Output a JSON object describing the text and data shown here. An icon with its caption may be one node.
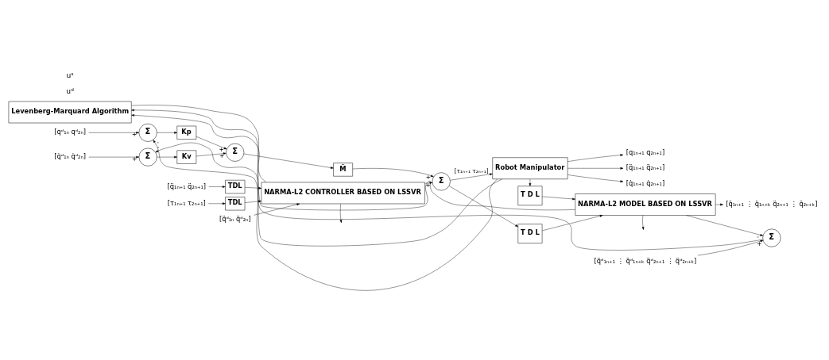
{
  "diagram": {
    "nodes": [
      {
        "text": [
          "Levenberg-Marquard Algorithm"
        ]
      },
      {
        "text": [
          "NARMA-L2 CONTROLLER BASED ON LSSVR"
        ]
      },
      {
        "text": [
          "TDL"
        ]
      },
      {
        "text": [
          "TDL"
        ]
      },
      {
        "text": [
          "T D L"
        ]
      },
      {
        "text": [
          "T D L"
        ]
      },
      {
        "text": [
          "NARMA-L2 MODEL BASED ON LSSVR"
        ]
      },
      {
        "text": [
          "Σ"
        ]
      },
      {
        "text": [
          "Σ"
        ]
      },
      {
        "text": [
          "Kp"
        ]
      },
      {
        "text": [
          "Σ"
        ]
      },
      {
        "text": [
          "M̂"
        ]
      },
      {
        "text": [
          "Σ"
        ]
      },
      {
        "text": [
          "Σ"
        ]
      },
      {
        "text": [
          "Kv"
        ]
      },
      {
        "text": [
          "Robot Manipulator"
        ]
      },
      {
        "text": [
          "[q̈ᵈ₁ₙ q̈ᵈ₂ₙ]"
        ]
      },
      {
        "text": [
          "[q̈₁ₙ₊₁ q̈₂ₙ₊₁]"
        ]
      },
      {
        "text": [
          "[τ₁ₙ₊₁ τ₂ₙ₊₁]"
        ]
      },
      {
        "text": [
          "[q̈ᵈ₁ₙ₊₁ ⋮ q̈ᵈ₁ₙ₊ₖ q̈ᵈ₂ₙ₊₁ ⋮ q̈ᵈ₂ₙ₊ₖ]"
        ]
      },
      {
        "text": [
          "[q̈₁ₙ₊₁ ⋮ q̈₁ₙ₊ₖ q̈₂ₙ₊₁ ⋮ q̈₂ₙ₊ₖ]"
        ]
      },
      {
        "text": [
          "[qᵈ₁ₙ qᵈ₂ₙ]"
        ]
      },
      {
        "text": [
          "[q̇ᵈ₁ₙ q̇ᵈ₂ₙ]"
        ]
      },
      {
        "text": [
          "[q̈₁ₙ₊₁ q̈₂ₙ₊₁]"
        ]
      },
      {
        "text": [
          "[q̇₁ₙ₊₁ q̇₂ₙ₊₁]"
        ]
      },
      {
        "text": [
          "[q₁ₙ₊₁ q₂ₙ₊₁]"
        ]
      }
    ],
    "edges": [
      {
        "from": 16,
        "to": 1,
        "arrow": "to"
      },
      {
        "from": 17,
        "to": 2,
        "arrow": "to"
      },
      {
        "from": 2,
        "to": 1,
        "arrow": "to"
      },
      {
        "from": 18,
        "to": 3,
        "arrow": "to"
      },
      {
        "from": 3,
        "to": 1,
        "arrow": "to"
      },
      {
        "from": 0,
        "to": 1,
        "arrow": "none"
      },
      {
        "from": 1,
        "to": null,
        "arrow": "to"
      },
      {
        "from": 1,
        "to": 12,
        "arrow": "to",
        "label": "+"
      },
      {
        "from": 21,
        "to": 8,
        "arrow": "to",
        "label": "+"
      },
      {
        "from": 8,
        "to": 9,
        "arrow": "to"
      },
      {
        "from": 9,
        "to": 10,
        "arrow": "to",
        "label": "+"
      },
      {
        "from": 10,
        "to": 11,
        "arrow": "to"
      },
      {
        "from": 11,
        "to": 12,
        "arrow": "to",
        "label": "+"
      },
      {
        "from": 22,
        "to": 13,
        "arrow": "to",
        "label": "+"
      },
      {
        "from": 13,
        "to": 14,
        "arrow": "to"
      },
      {
        "from": 14,
        "to": 10,
        "arrow": "to",
        "label": "+"
      },
      {
        "from": 12,
        "to": 15,
        "arrow": "to",
        "label": "[τ₁ₙ₊₁ τ₂ₙ₊₁]"
      },
      {
        "from": 12,
        "to": 4,
        "arrow": "to"
      },
      {
        "from": 15,
        "to": 5,
        "arrow": "to"
      },
      {
        "from": 4,
        "to": 6,
        "arrow": "to"
      },
      {
        "from": 5,
        "to": 6,
        "arrow": "to"
      },
      {
        "from": 6,
        "to": null,
        "arrow": "to"
      },
      {
        "from": 6,
        "to": 20,
        "arrow": "to"
      },
      {
        "from": 6,
        "to": 7,
        "arrow": "to",
        "label": "-"
      },
      {
        "from": 19,
        "to": 7,
        "arrow": "to",
        "label": "+"
      },
      {
        "from": 7,
        "to": 0,
        "arrow": "to"
      },
      {
        "from": 6,
        "to": 0,
        "arrow": "to"
      },
      {
        "from": 15,
        "to": 23,
        "arrow": "to"
      },
      {
        "from": 15,
        "to": 24,
        "arrow": "to"
      },
      {
        "from": 15,
        "to": 25,
        "arrow": "to"
      },
      {
        "from": 15,
        "to": 13,
        "arrow": "to",
        "label": "-"
      },
      {
        "from": 15,
        "to": 8,
        "arrow": "to",
        "label": "-"
      }
    ],
    "labels": [
      "uᵈ",
      "uˢ"
    ]
  }
}
